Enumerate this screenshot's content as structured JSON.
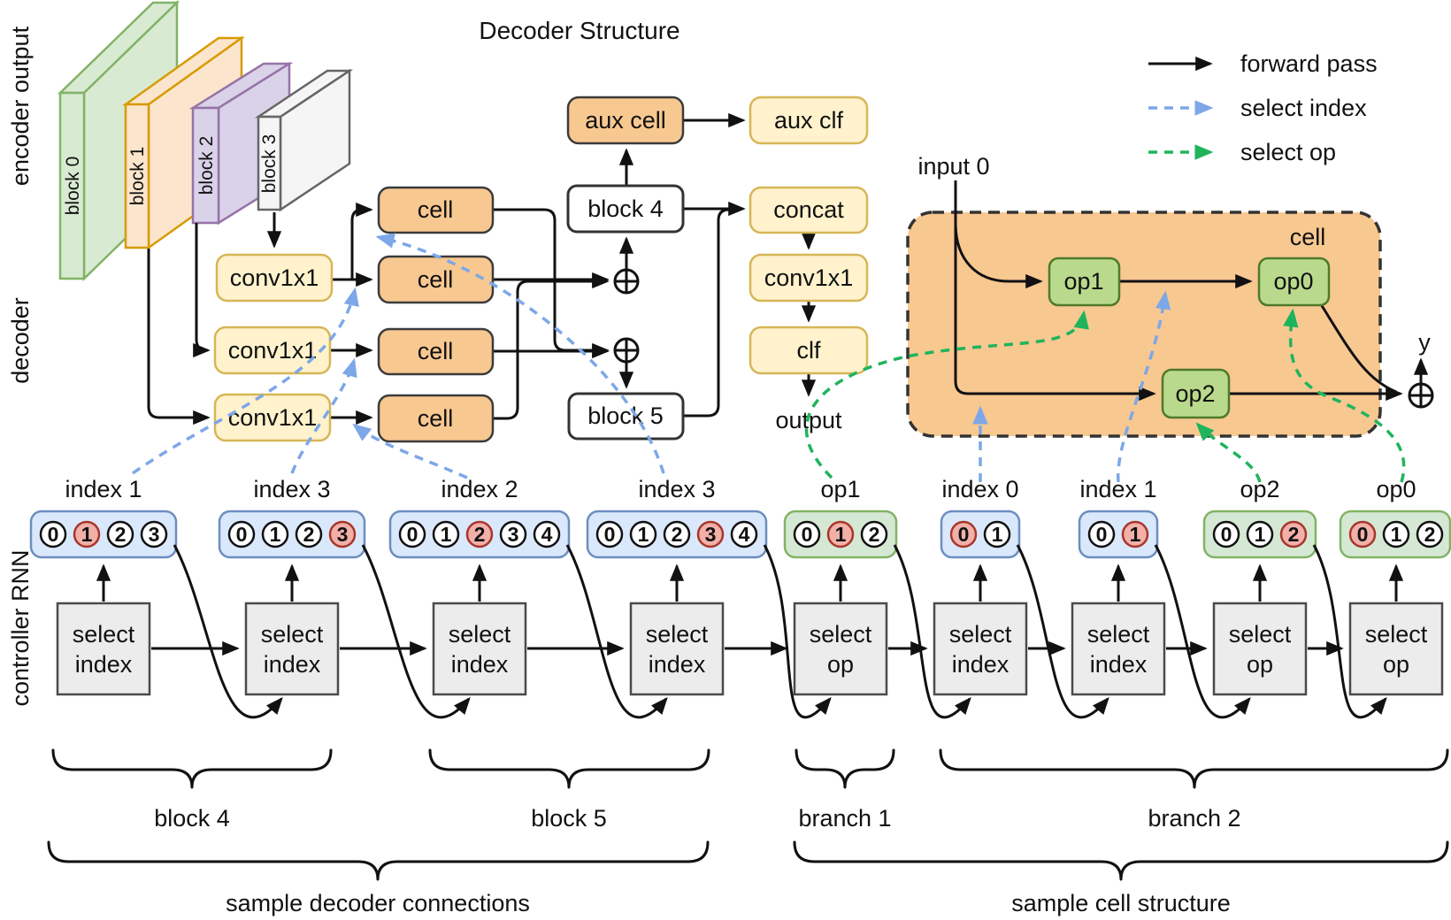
{
  "title": "Decoder Structure",
  "side_labels": {
    "encoder": "encoder output",
    "decoder": "decoder",
    "controller": "controller RNN"
  },
  "legend": {
    "forward": "forward pass",
    "index": "select index",
    "op": "select op"
  },
  "colors": {
    "forward_arrow": "#111111",
    "select_index_arrow": "#7da7e8",
    "select_op_arrow": "#1fb45c",
    "cell_fill": "#f8c891",
    "yellow_fill": "#fff2cc",
    "op_fill": "#b9da8c",
    "token_blue_fill": "#dae8fc",
    "token_green_fill": "#d5e8d4",
    "selected_token_fill": "#f2b0a9",
    "selected_token_stroke": "#a8372b"
  },
  "encoder_blocks": [
    {
      "label": "block 0"
    },
    {
      "label": "block 1"
    },
    {
      "label": "block 2"
    },
    {
      "label": "block 3"
    }
  ],
  "decoder": {
    "convs": [
      {
        "label": "conv1x1"
      },
      {
        "label": "conv1x1"
      },
      {
        "label": "conv1x1"
      }
    ],
    "cells": [
      {
        "label": "cell"
      },
      {
        "label": "cell"
      },
      {
        "label": "cell"
      },
      {
        "label": "cell"
      }
    ],
    "aux_cell": "aux cell",
    "aux_clf": "aux clf",
    "block4": "block 4",
    "block5": "block 5",
    "concat": "concat",
    "conv1x1": "conv1x1",
    "clf": "clf",
    "output": "output"
  },
  "cell_structure": {
    "title": "cell",
    "input": "input 0",
    "op1": "op1",
    "op0": "op0",
    "op2": "op2",
    "y": "y"
  },
  "controller": {
    "columns": [
      {
        "label": "index 1",
        "type": "index",
        "tokens": [
          "0",
          "1",
          "2",
          "3"
        ],
        "selected": 1,
        "select_line1": "select",
        "select_line2": "index"
      },
      {
        "label": "index 3",
        "type": "index",
        "tokens": [
          "0",
          "1",
          "2",
          "3"
        ],
        "selected": 3,
        "select_line1": "select",
        "select_line2": "index"
      },
      {
        "label": "index 2",
        "type": "index",
        "tokens": [
          "0",
          "1",
          "2",
          "3",
          "4"
        ],
        "selected": 2,
        "select_line1": "select",
        "select_line2": "index"
      },
      {
        "label": "index 3",
        "type": "index",
        "tokens": [
          "0",
          "1",
          "2",
          "3",
          "4"
        ],
        "selected": 3,
        "select_line1": "select",
        "select_line2": "index"
      },
      {
        "label": "op1",
        "type": "op",
        "tokens": [
          "0",
          "1",
          "2"
        ],
        "selected": 1,
        "select_line1": "select",
        "select_line2": "op"
      },
      {
        "label": "index 0",
        "type": "index",
        "tokens": [
          "0",
          "1"
        ],
        "selected": 0,
        "select_line1": "select",
        "select_line2": "index"
      },
      {
        "label": "index 1",
        "type": "index",
        "tokens": [
          "0",
          "1"
        ],
        "selected": 1,
        "select_line1": "select",
        "select_line2": "index"
      },
      {
        "label": "op2",
        "type": "op",
        "tokens": [
          "0",
          "1",
          "2"
        ],
        "selected": 2,
        "select_line1": "select",
        "select_line2": "op"
      },
      {
        "label": "op0",
        "type": "op",
        "tokens": [
          "0",
          "1",
          "2"
        ],
        "selected": 0,
        "select_line1": "select",
        "select_line2": "op"
      }
    ],
    "braces": {
      "block4": "block 4",
      "block5": "block 5",
      "branch1": "branch 1",
      "branch2": "branch 2"
    },
    "groups": {
      "left": "sample decoder connections",
      "right": "sample cell structure"
    }
  }
}
